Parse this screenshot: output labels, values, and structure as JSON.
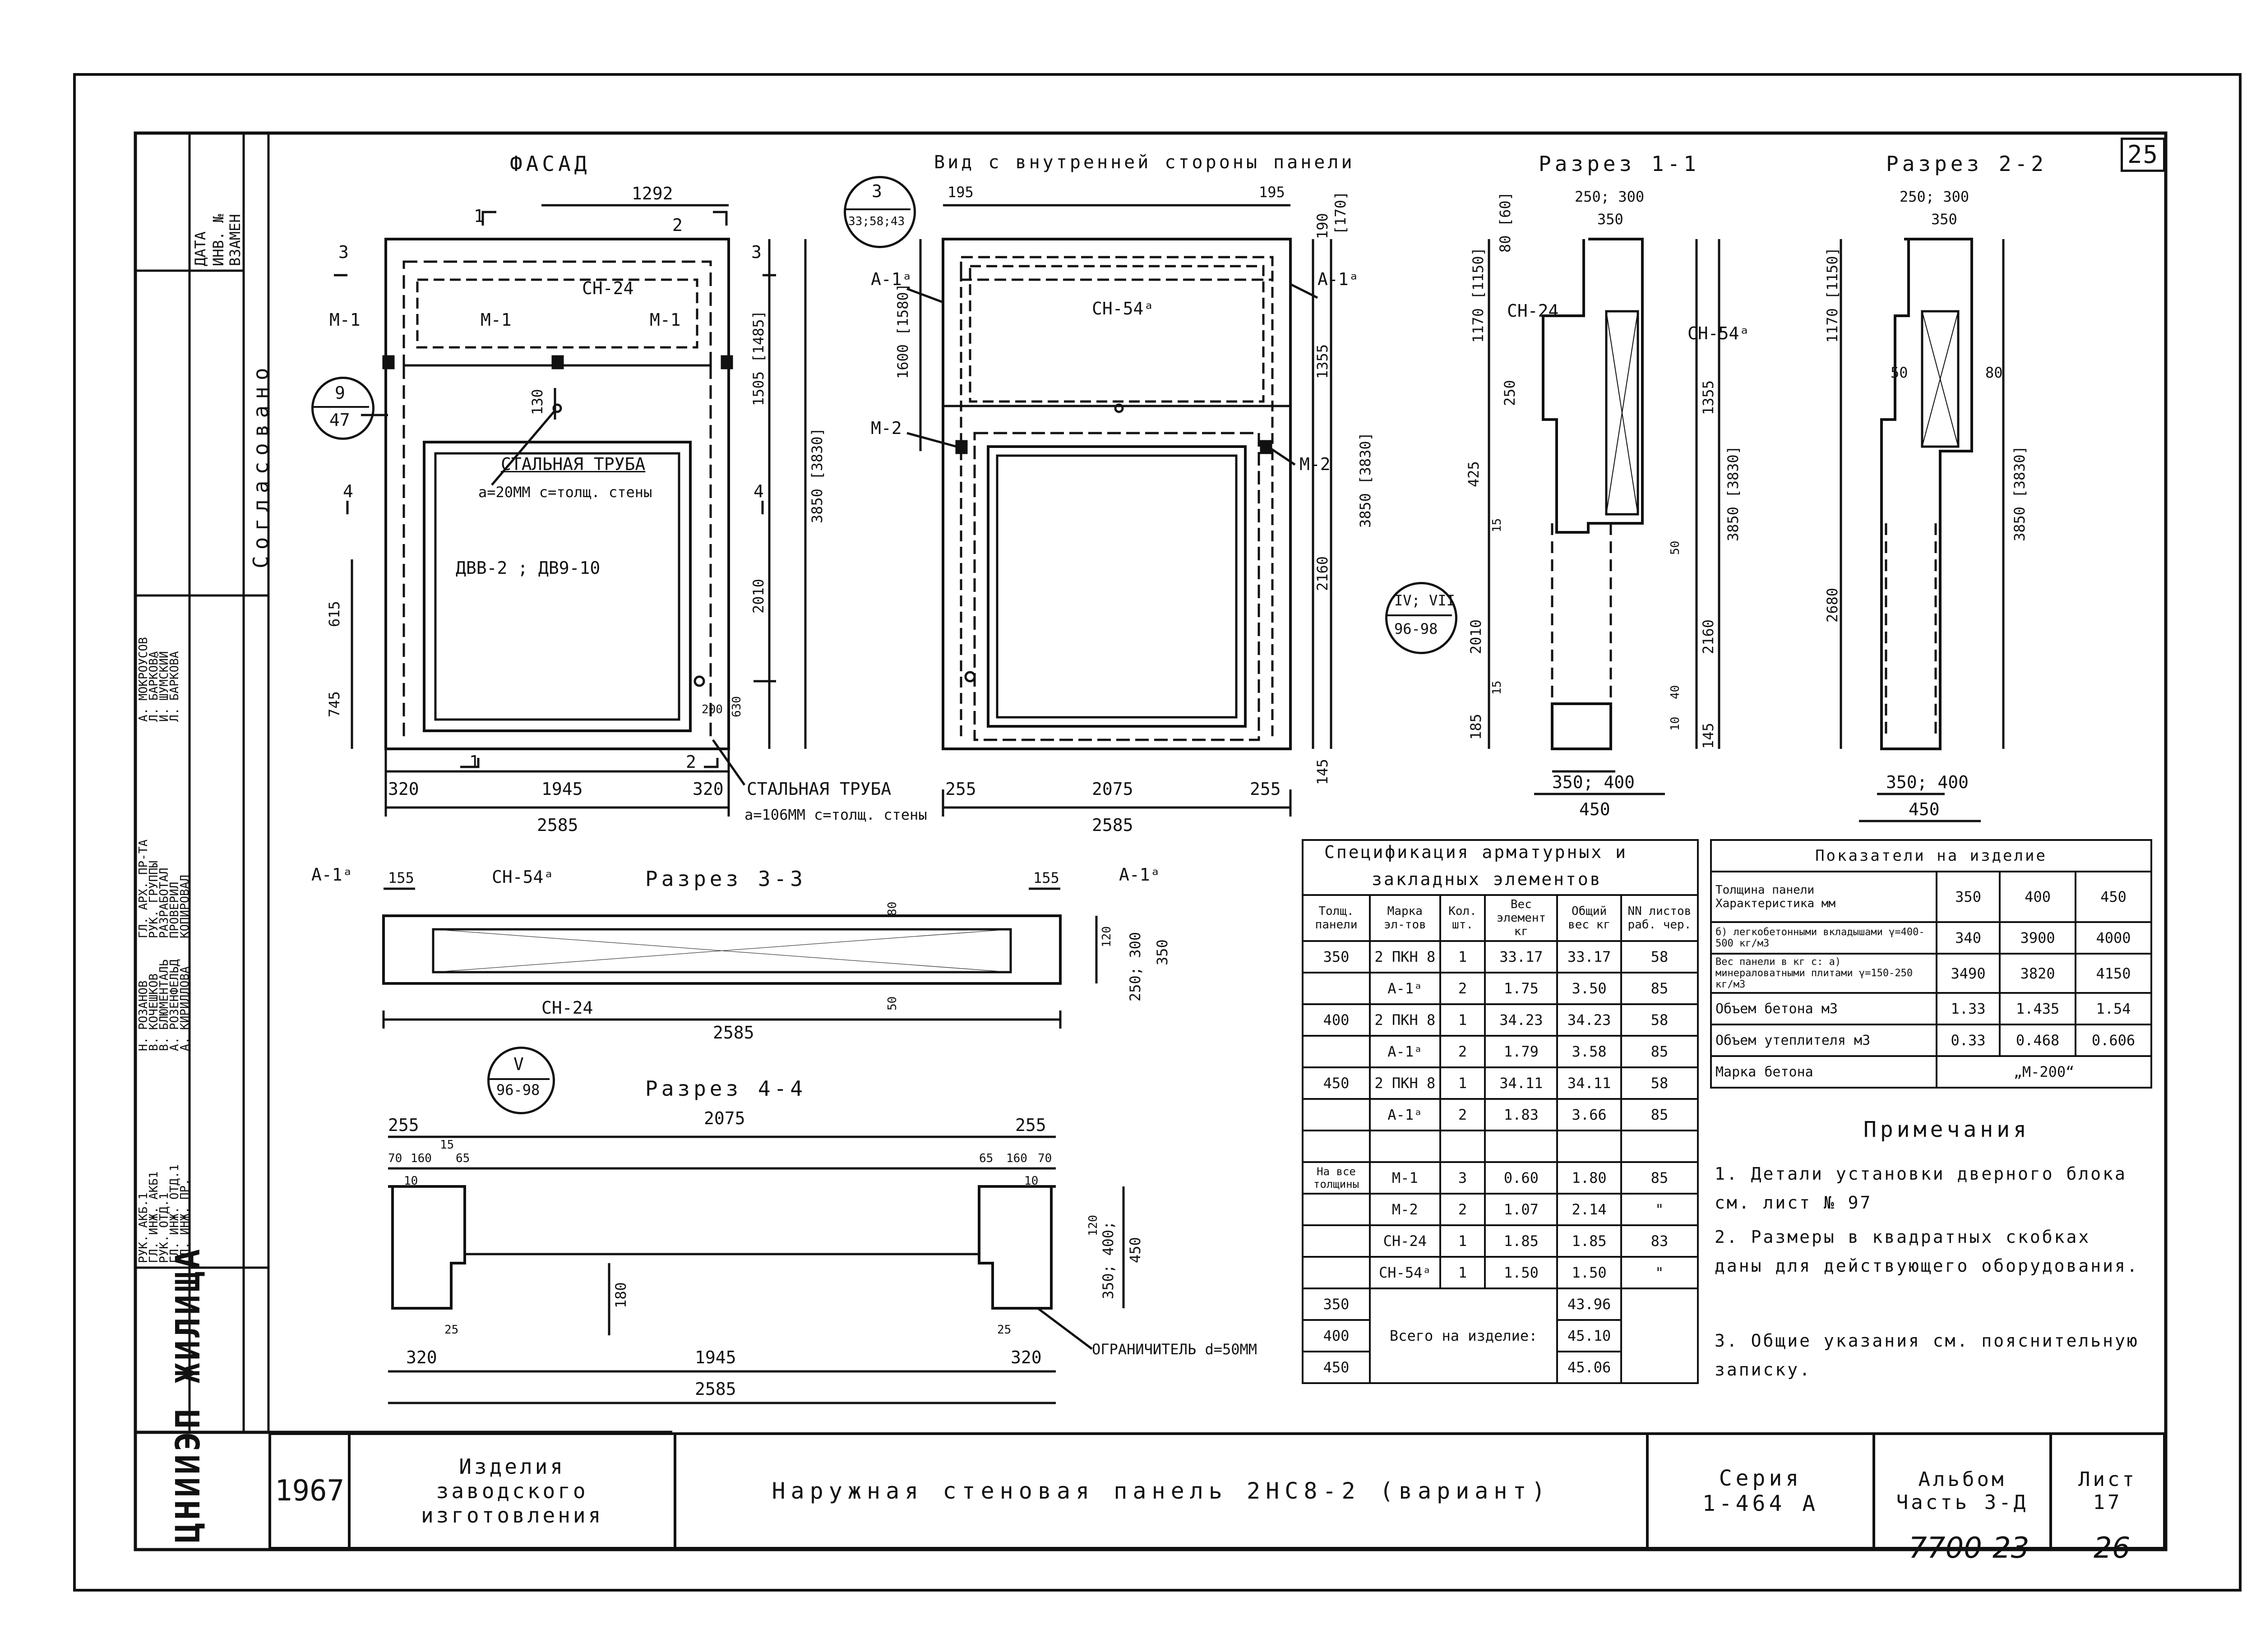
{
  "sheet_number": "25",
  "stamp_number": "7700-23",
  "page_number": "26",
  "views": {
    "facade": "ФАСАД",
    "inner": "Вид с внутренней стороны панели",
    "sec11": "Разрез 1-1",
    "sec22": "Разрез 2-2",
    "sec33": "Разрез 3-3",
    "sec44": "Разрез 4-4"
  },
  "facade": {
    "label_pipe1": "СТАЛЬНАЯ ТРУБА",
    "pipe1_spec": "a=20ММ  с=толщ. стены",
    "label_pipe2": "СТАЛЬНАЯ ТРУБА",
    "pipe2_spec": "a=106ММ с=толщ. стены",
    "door_marks": "ДВВ-2 ;  ДВ9-10",
    "sn24": "СН-24",
    "m1": "М-1",
    "dim_1292": "1292",
    "dim_1945": "1945",
    "dim_320a": "320",
    "dim_320b": "320",
    "dim_2585": "2585",
    "dim_3850": "3850 [3830]",
    "dim_1505": "1505 [1485]",
    "dim_2010": "2010",
    "dim_615": "615",
    "dim_745": "745",
    "dim_130": "130",
    "dim_630": "630",
    "dim_200": "200",
    "callout_top": "9",
    "callout_bottom": "47",
    "marker_1": "1",
    "marker_2": "2",
    "marker_3": "3",
    "marker_4": "4"
  },
  "inner": {
    "sn54": "СН-54ᵃ",
    "a1": "А-1ᵃ",
    "m2": "М-2",
    "callout_top": "3",
    "callout_bottom": "33;58;43",
    "dim_195a": "195",
    "dim_195b": "195",
    "dim_255a": "255",
    "dim_255b": "255",
    "dim_2075": "2075",
    "dim_2585": "2585",
    "dim_1600": "1600 [1580]",
    "dim_190": "190",
    "dim_170": "[170]",
    "dim_1355": "1355",
    "dim_2160": "2160",
    "dim_145": "145",
    "dim_3850": "3850 [3830]"
  },
  "sec11": {
    "dim_top": "250; 300",
    "dim_350": "350",
    "sn24": "СН-24",
    "sn54": "СН-54ᵃ",
    "dim_1170": "1170 [1150]",
    "dim_80": "80 [60]",
    "dim_250": "250",
    "dim_425": "425",
    "dim_2010": "2010",
    "dim_185": "185",
    "dim_15a": "15",
    "dim_15b": "15",
    "dim_1355": "1355",
    "dim_2160": "2160",
    "dim_3850": "3850 [3830]",
    "dim_50": "50",
    "dim_40": "40",
    "dim_10": "10",
    "dim_145": "145",
    "dim_bot": "350; 400",
    "dim_450": "450",
    "callout_top": "IV; VII",
    "callout_bottom": "96-98"
  },
  "sec22": {
    "dim_top": "250; 300",
    "dim_350": "350",
    "dim_1170": "1170 [1150]",
    "dim_50": "50",
    "dim_80": "80",
    "dim_2680": "2680",
    "dim_3850": "3850 [3830]",
    "dim_bot": "350; 400",
    "dim_450": "450"
  },
  "sec33": {
    "a1l": "А-1ᵃ",
    "a1r": "А-1ᵃ",
    "sn54": "СН-54ᵃ",
    "sn24": "СН-24",
    "dim_155a": "155",
    "dim_155b": "155",
    "dim_80": "80",
    "dim_50": "50",
    "dim_120": "120",
    "dim_side": "250; 300",
    "dim_350": "350",
    "dim_2585": "2585"
  },
  "sec44": {
    "dim_255a": "255",
    "dim_255b": "255",
    "dim_2075": "2075",
    "dim_70": "70",
    "dim_160": "160",
    "dim_15": "15",
    "dim_65": "65",
    "dim_10": "10",
    "dim_180": "180",
    "dim_25a": "25",
    "dim_25b": "25",
    "dim_320a": "320",
    "dim_320b": "320",
    "dim_1945": "1945",
    "dim_2585": "2585",
    "dim_120": "120",
    "dim_side": "350; 400;",
    "dim_450": "450",
    "limiter": "ОГРАНИЧИТЕЛЬ d=50ММ",
    "callout_top": "V",
    "callout_bottom": "96-98"
  },
  "spec_table": {
    "title1": "Спецификация арматурных и",
    "title2": "закладных элементов",
    "headers": [
      "Толщ. панели",
      "Марка эл-тов",
      "Кол. шт.",
      "Вес элемент кг",
      "Общий вес кг",
      "NN листов раб. чер."
    ],
    "rows": [
      [
        "350",
        "2 ПКН 8",
        "1",
        "33.17",
        "33.17",
        "58"
      ],
      [
        "",
        "А-1ᵃ",
        "2",
        "1.75",
        "3.50",
        "85"
      ],
      [
        "400",
        "2 ПКН 8",
        "1",
        "34.23",
        "34.23",
        "58"
      ],
      [
        "",
        "А-1ᵃ",
        "2",
        "1.79",
        "3.58",
        "85"
      ],
      [
        "450",
        "2 ПКН 8",
        "1",
        "34.11",
        "34.11",
        "58"
      ],
      [
        "",
        "А-1ᵃ",
        "2",
        "1.83",
        "3.66",
        "85"
      ],
      [
        "",
        "",
        "",
        "",
        "",
        ""
      ],
      [
        "На все толщины",
        "М-1",
        "3",
        "0.60",
        "1.80",
        "85"
      ],
      [
        "",
        "М-2",
        "2",
        "1.07",
        "2.14",
        "\""
      ],
      [
        "",
        "СН-24",
        "1",
        "1.85",
        "1.85",
        "83"
      ],
      [
        "",
        "СН-54ᵃ",
        "1",
        "1.50",
        "1.50",
        "\""
      ]
    ],
    "totals_label": "Всего на изделие:",
    "totals": [
      [
        "350",
        "43.96"
      ],
      [
        "400",
        "45.10"
      ],
      [
        "450",
        "45.06"
      ]
    ]
  },
  "indicators_table": {
    "title": "Показатели на изделие",
    "thickness_label": "Толщина панели",
    "char_label": "Характеристика   мм",
    "cols": [
      "350",
      "400",
      "450"
    ],
    "rows": [
      [
        "Вес панели в кг с: а) минераловатными плитами γ=150-250 кг/м3",
        "3490",
        "3820",
        "4150"
      ],
      [
        "б) легкобетонными вкладышами γ=400-500 кг/м3",
        "340",
        "3900",
        "4000"
      ],
      [
        "Объем бетона м3",
        "1.33",
        "1.435",
        "1.54"
      ],
      [
        "Объем утеплителя м3",
        "0.33",
        "0.468",
        "0.606"
      ],
      [
        "Марка бетона",
        "„М-200“",
        "",
        ""
      ]
    ]
  },
  "notes": {
    "title": "Примечания",
    "items": [
      "1. Детали установки дверного блока см. лист № 97",
      "2. Размеры в квадратных скобках даны для действующего оборудования.",
      "3. Общие указания см. пояснительную записку."
    ]
  },
  "left_strip": {
    "agreed": "Согласовано",
    "date": "ДАТА",
    "inv": "ИНВ. №",
    "replace": "ВЗАМЕН",
    "roles": [
      "РУК. АКБ.1",
      "ГЛ. ИНЖ. АКБ1",
      "РУК. ОТД.1",
      "ГЛ. ИНЖ. ОТД.1",
      "ГЛ. ИНЖ. ПР."
    ],
    "names1": [
      "Н. РОЗАНОВ",
      "В. КОЧЕШКОВ",
      "В. БЛЮМЕНТАЛЬ",
      "А. РОЗЕНФЕЛЬД",
      "А. КИРИЛЛОВА"
    ],
    "roles2": [
      "ГЛ. АРХ. ПР-ТА",
      "РУК. ГРУППЫ",
      "РАЗРАБОТАЛ",
      "ПРОВЕРИЛ",
      "КОПИРОВАЛ"
    ],
    "names2": [
      "А. МОКРОУСОВ",
      "Л. БАРКОВА",
      "И. ШУМСКИЙ",
      "Л. БАРКОВА",
      ""
    ],
    "org": "ЦНИИЭП ЖИЛИЩА"
  },
  "title_block": {
    "year": "1967",
    "category_line1": "Изделия",
    "category_line2": "заводского изготовления",
    "title": "Наружная стеновая панель 2НС8-2 (вариант)",
    "series_label": "Серия",
    "series_value": "1-464 А",
    "album_label": "Альбом",
    "album_value": "Часть 3-Д",
    "sheet_label": "Лист",
    "sheet_value": "17"
  }
}
